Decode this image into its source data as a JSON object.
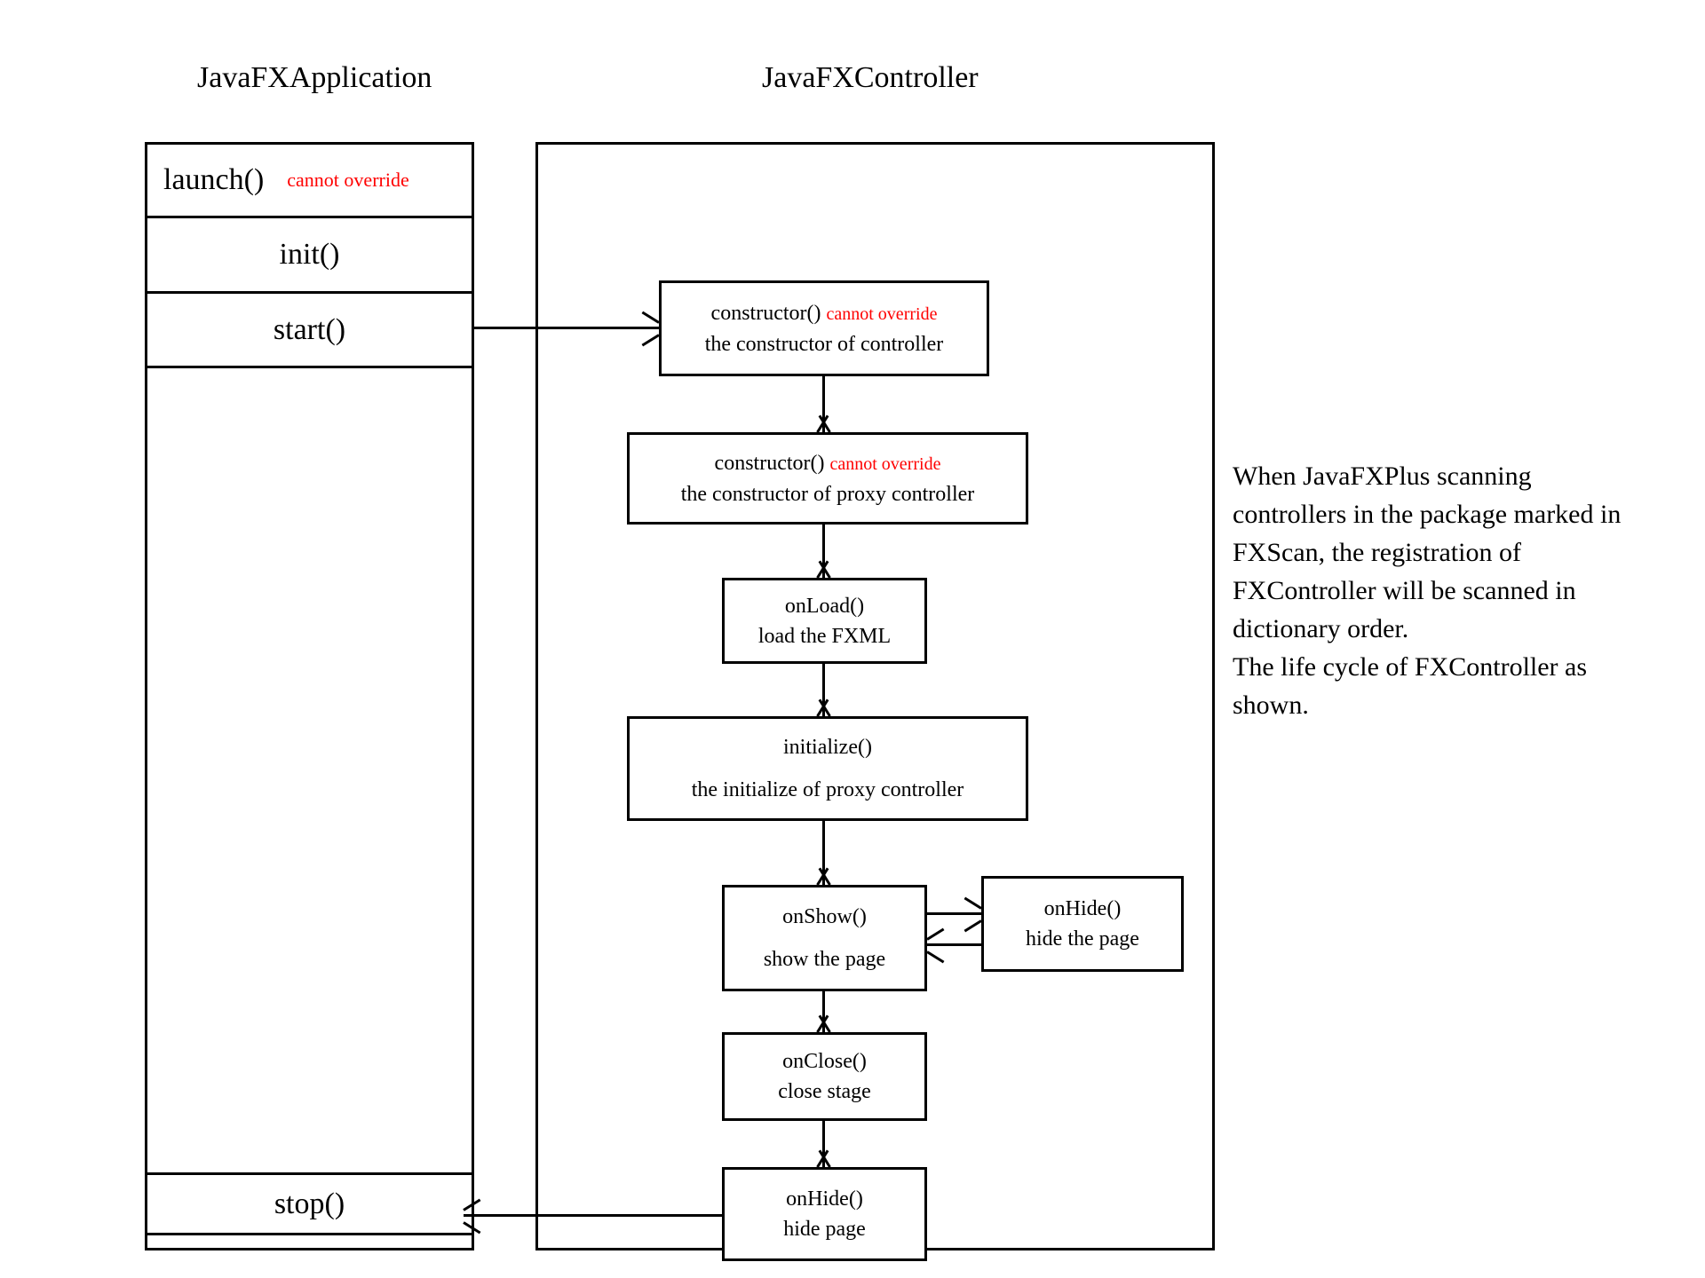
{
  "diagram": {
    "columns": {
      "application_title": "JavaFXApplication",
      "controller_title": "JavaFXController"
    },
    "application_lifecycle": [
      {
        "label": "launch()",
        "note": "cannot override"
      },
      {
        "label": "init()",
        "note": ""
      },
      {
        "label": "start()",
        "note": ""
      },
      {
        "label": "stop()",
        "note": ""
      }
    ],
    "controller_nodes": [
      {
        "id": "constructor",
        "line1": "constructor()",
        "note": "cannot override",
        "line2": "the constructor of controller"
      },
      {
        "id": "proxy-constructor",
        "line1": "constructor()",
        "note": "cannot override",
        "line2": "the constructor of proxy controller"
      },
      {
        "id": "onload",
        "line1": "onLoad()",
        "note": "",
        "line2": "load the FXML"
      },
      {
        "id": "initialize",
        "line1": "initialize()",
        "note": "",
        "line2": "the initialize of proxy controller"
      },
      {
        "id": "onshow",
        "line1": "onShow()",
        "note": "",
        "line2": "show the page"
      },
      {
        "id": "onhide-side",
        "line1": "onHide()",
        "note": "",
        "line2": "hide the page"
      },
      {
        "id": "onclose",
        "line1": "onClose()",
        "note": "",
        "line2": "close stage"
      },
      {
        "id": "onhide-bottom",
        "line1": "onHide()",
        "note": "",
        "line2": "hide page"
      }
    ],
    "side_note": "When JavaFXPlus scanning controllers in the package marked in FXScan, the registration of FXController will be scanned in dictionary order.\nThe life cycle of FXController as shown.",
    "colors": {
      "ink": "#000000",
      "warning": "#ff0000",
      "background": "#ffffff"
    }
  }
}
